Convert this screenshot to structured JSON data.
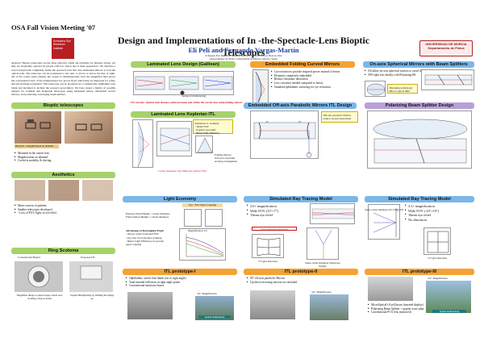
{
  "header": {
    "conference": "OSA Fall Vision Meeting '07",
    "sri_logo": "Schepens Eye Research Institute",
    "title": "Design and Implementations of In -the-Spectacle-Lens Bioptic Telescopes",
    "authors": "Eli Peli and Fernando Vargas-Martín",
    "affiliations": [
      "Schepens Eye Research Institute, Harvard Medical School, Boston, MA",
      "Departamento de Física, Universidad de Murcia, Murcia, Spain"
    ],
    "umu_logo": "UNIVERSIDAD DE MURCIA Departamento de Física"
  },
  "abstract": "Abstract: Bioptic telescopes are the most effective visual aid available for distance vision, yet they are frequently rejected by people with low vision due to their appearance. We describe a novel design built completely inside the spectacle lens that uses embedded mirrors to fold the optical path. The telescope can be positioned to the side, or above or below the line of sight. All of the ocular optics enables the wearer to simultaneously view the magnified field above the conventional view of the uninterrupted low-power field, which may be important for safety and aid in image navigation. This telescope can be produced as a cosmetically ophthalmic lens blank and included to include the wearer's prescription. We have tested a family of possible designs for Galilean and Keplerian telescopes using laminated lenses, embedded curved mirrors, and polarizing converging beam splitters.",
  "panels": {
    "laminated_galilean": "Laminated Lens Design (Galilean)",
    "embedded_curved": "Embedded Folding Curved Mirrors",
    "on_axis": "On-axis Spherical Mirrors with Beam Splitters",
    "bioptic": "Bioptic telescopes",
    "laminated_kepler": "Laminated Lens Keplerian ITL",
    "offaxis": "Embedded Off-axis Parabolic Mirrors ITL Design",
    "polarizing": "Polarizing Beam Splitter Design",
    "aesthetics": "Aesthetics",
    "light_economy": "Light Economy",
    "sim1": "Simulated Ray Tracing Model",
    "sim2": "Simulated Ray Tracing Model",
    "ring": "Ring Scotoma",
    "itl1": "ITL prototype-I",
    "itl2": "ITL prototype-II",
    "itl3": "ITL prototype-III"
  },
  "galilean": {
    "label_a": "Temporal multiplexing"
  },
  "curved": {
    "bullets": [
      "Curved mirrors provide required power instead of lenses",
      "Elements completely embedded",
      "Reduce chromatic aberration",
      "Less curvature needed compared to lenses",
      "Standard ophthalmic surfacing for eye refraction"
    ]
  },
  "onaxis": {
    "bullets": [
      "All inline on-axis spherical mirrors to avoid distortion",
      "50% light loss ideally with Polarizing BS"
    ],
    "tech": [
      "Diverging technology",
      "Mirror/optical IRIS"
    ]
  },
  "bioptic": {
    "caption": "Head tilt = magnification on demand",
    "bullets": [
      "Mounted in the carrier lens",
      "Magnification on demand",
      "Useful in mobility & driving"
    ]
  },
  "kepler": {
    "note": "ITL novelty: Optical tube distance achieved along and within the carrier lens using folding mirrors",
    "box": [
      "Keplerian vs. Galilean:",
      "- Wider FOV",
      "- Positive eye relief",
      "- Better light efficiency"
    ],
    "folding": [
      "Folding mirrors",
      "in Porro's 2nd kind",
      "erecting arrangement"
    ],
    "caption": "Carrier thickness only limits the vertical FOV"
  },
  "offaxis": {
    "note": "Off-axis parabolic mirrors reduce on-axis aberrations",
    "f1": "f1",
    "f2": "f2"
  },
  "aesthetics": {
    "bullets": [
      "Main concern of patients",
      "Smaller telescopes developed",
      "- Loss of FOV, light, or eye relief"
    ]
  },
  "light": {
    "title": "Eye / Exit Pupil Coupling",
    "text": [
      "Entrance Pupil Height = carrier thickness",
      "Field window Height = carrier thickness"
    ],
    "adv_title": "Advantages of Rectangular Pupil",
    "adv": [
      "- Allows wider horizontal FOV",
      "- Eye free for horizontal scanning",
      "- Better Light Efficiency in eye/exit",
      "  pupil coupling"
    ],
    "chart_title": "Magnification 3.0"
  },
  "sim1": {
    "bullets": [
      "3.0× magnification",
      "Wide FOV (15°×7°)",
      "15mm eye relief"
    ],
    "redbox": "Non-rotational Distortion",
    "cap1": "3×3 grid distortion",
    "cap2": "Same carrier thickness (Telescope height)"
  },
  "sim2": {
    "bullets": [
      "3.3× magnification",
      "Wide FOV ( 20°×10°)",
      "10mm eye relief",
      "No distortion"
    ],
    "cap": "Same carrier thickness (10.5 mm) FR",
    "grid": "3×3 grid distortion"
  },
  "ring": {
    "conventional": "Conventional Bioptic",
    "proposed": "Proposed ITL",
    "cap1": "Magnified image occupies larger visual area creating a ring scotoma",
    "cap2": "Spatial Multiplexing by shifting the image up"
  },
  "itl1": {
    "bullets": [
      "Ophthalmic carrier lens blank (cut to right angle)",
      "Total internal reflection in right angle prism",
      "Conventional meniscus lenses"
    ],
    "mag": "3.0× Magnification",
    "banner": "Spatial multiplexing"
  },
  "itl2": {
    "bullets": [
      "90° off-axis parabolic Mirrors",
      "Up-down reversing mirrors not included"
    ],
    "mag": "3.0× Magnification"
  },
  "itl3": {
    "bullets": [
      "MicroOptical's EyeGlasses (inserted display)",
      "Polarizing Beam Splitter + quarter wave plate",
      "Conventional PCX lens (mirrored)"
    ],
    "mag": "3.0× Magnification",
    "banner": "Spatial multiplexing"
  },
  "colors": {
    "green": "#a6d26b",
    "blue": "#7bb7e8",
    "orange": "#f4a234",
    "purple": "#b9a0d9",
    "red": "#c8161e"
  }
}
